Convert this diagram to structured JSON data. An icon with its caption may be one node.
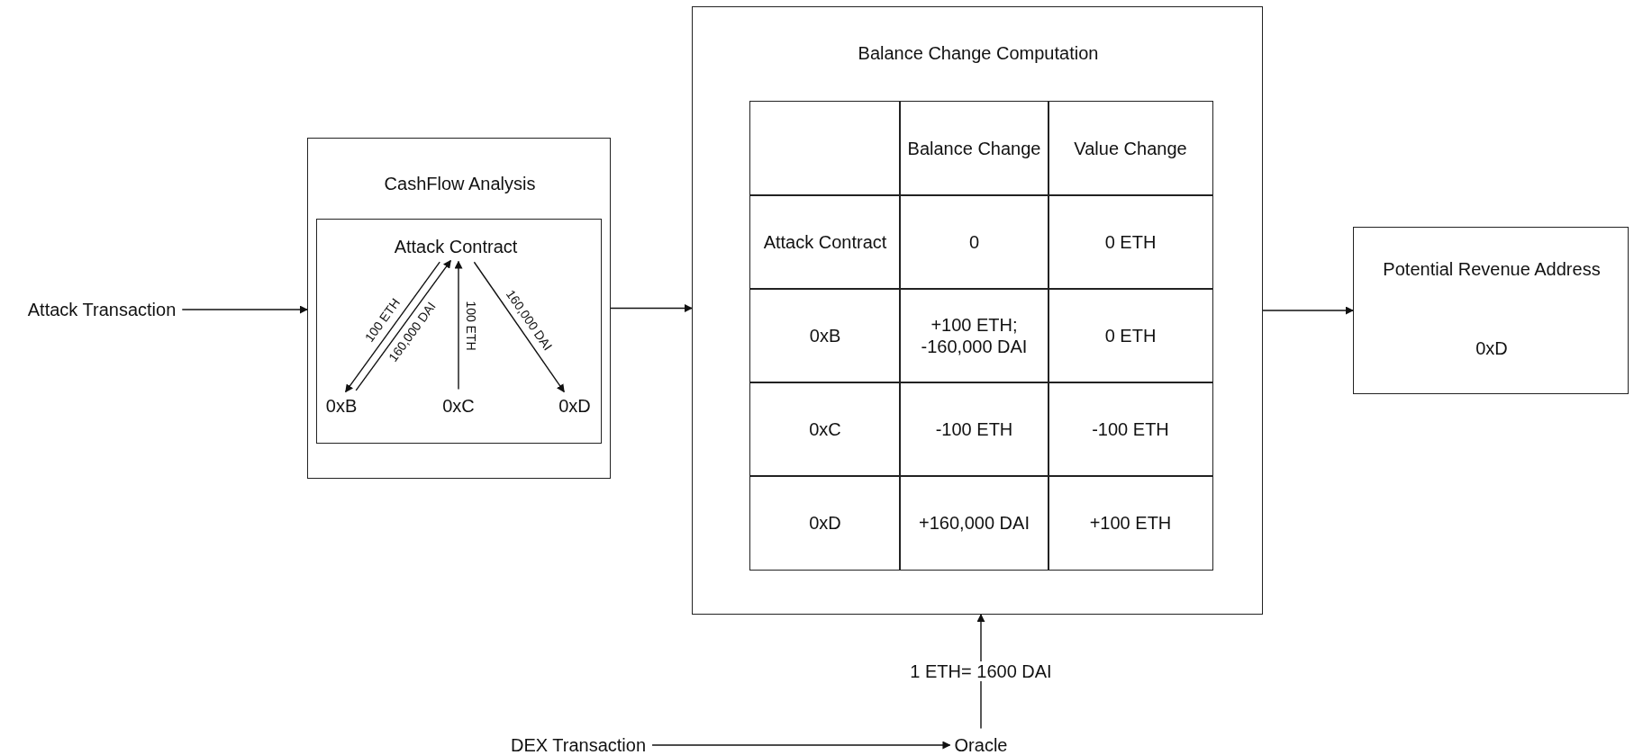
{
  "diagram": {
    "nodes": [
      {
        "text": [
          "Attack Transaction"
        ]
      },
      {
        "text": [
          "CashFlow Analysis"
        ]
      },
      {
        "text": [],
        "shape": "box",
        "in": 1
      },
      {
        "text": [
          "Attack Contract"
        ],
        "in": 2
      },
      {
        "text": [
          "0xB"
        ],
        "in": 2
      },
      {
        "text": [
          "0xC"
        ],
        "in": 2
      },
      {
        "text": [
          "0xD"
        ],
        "in": 2
      },
      {
        "text": [
          "Balance Change Computation"
        ]
      },
      {
        "text": [
          "Potential Revenue Address",
          "0xD"
        ]
      },
      {
        "text": [
          "DEX Transaction"
        ]
      },
      {
        "text": [
          "Oracle"
        ]
      }
    ],
    "edges": [
      {
        "from": 0,
        "to": 1,
        "arrow": "to"
      },
      {
        "from": 3,
        "to": 4,
        "arrow": "to",
        "label": "100 ETH"
      },
      {
        "from": 4,
        "to": 3,
        "arrow": "to",
        "label": "160,000 DAI"
      },
      {
        "from": 5,
        "to": 3,
        "arrow": "to",
        "label": "100 ETH"
      },
      {
        "from": 3,
        "to": 6,
        "arrow": "to",
        "label": "160,000 DAI"
      },
      {
        "from": 1,
        "to": 7,
        "arrow": "to"
      },
      {
        "from": 7,
        "to": 8,
        "arrow": "to"
      },
      {
        "from": 9,
        "to": 10,
        "arrow": "to"
      },
      {
        "from": 10,
        "to": 7,
        "arrow": "to",
        "label": "1 ETH= 1600 DAI"
      }
    ],
    "labels": [
      "Balance Change",
      "Value Change",
      "Attack Contract",
      "0",
      "0 ETH",
      "0xB",
      "+100 ETH; -160,000 DAI",
      "0 ETH",
      "0xC",
      "-100 ETH",
      "-100 ETH",
      "0xD",
      "+160,000 DAI",
      "+100 ETH"
    ]
  }
}
